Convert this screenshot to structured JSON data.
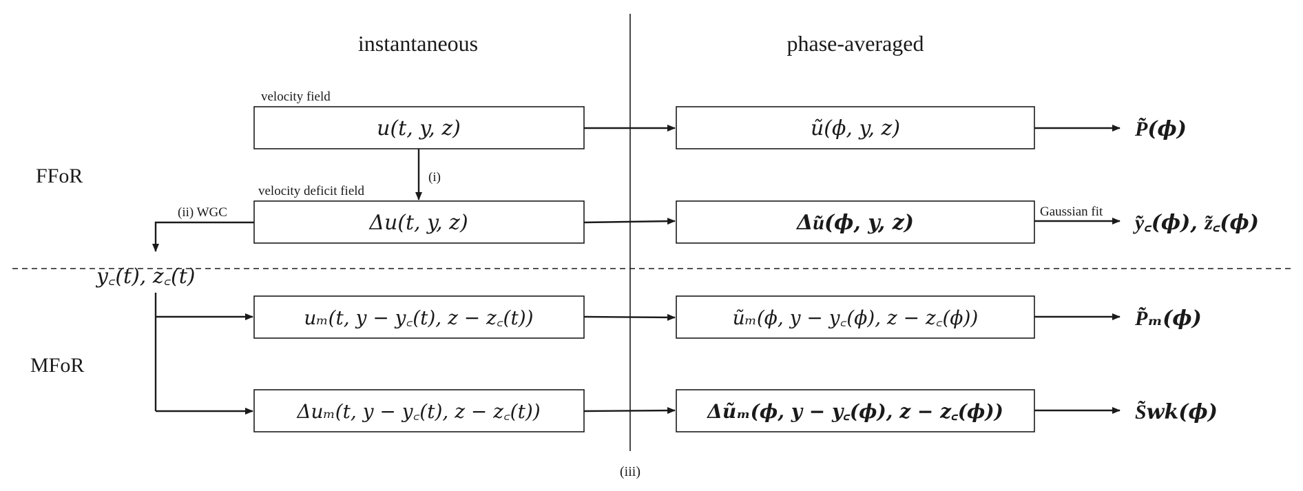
{
  "headers": {
    "left": "instantaneous",
    "right": "phase-averaged"
  },
  "sections": {
    "top": "FFoR",
    "bottom": "MFoR"
  },
  "labels": {
    "velocity_field": "velocity field",
    "velocity_deficit_field": "velocity deficit field",
    "step_i": "(i)",
    "step_ii": "(ii) WGC",
    "step_iii": "(iii)",
    "gaussian_fit": "Gaussian fit"
  },
  "boxes": {
    "u_inst": "u(t, y, z)",
    "u_phase": "ũ(ϕ, y, z)",
    "du_inst": "Δu(t, y, z)",
    "du_phase": "Δu͂(ϕ, y, z)",
    "um_inst": "uₘ(t, y − y꜀(t), z − z꜀(t))",
    "um_phase": "ũₘ(ϕ, y − y꜀(ϕ), z − z꜀(ϕ))",
    "dum_inst": "Δuₘ(t, y − y꜀(t), z − z꜀(t))",
    "dum_phase": "Δũₘ(ϕ, y − y꜀(ϕ), z − z꜀(ϕ))"
  },
  "outputs": {
    "p": "P͂(ϕ)",
    "centers": "y͂꜀(ϕ), z͂꜀(ϕ)",
    "pm": "P͂ₘ(ϕ)",
    "swk": "S͂wk(ϕ)"
  },
  "center_label": "y꜀(t), z꜀(t)"
}
